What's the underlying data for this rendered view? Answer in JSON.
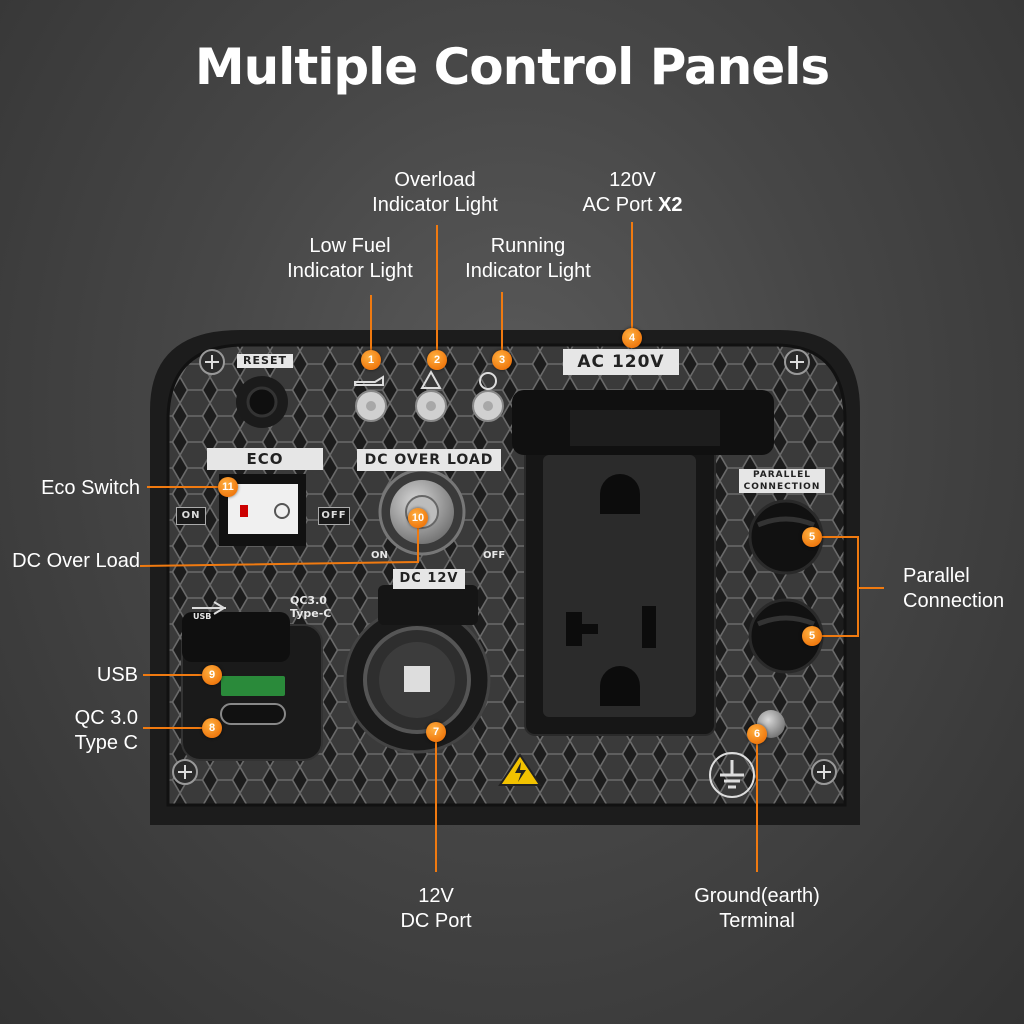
{
  "title": "Multiple Control Panels",
  "callouts": {
    "overload": {
      "line1": "Overload",
      "line2": "Indicator Light"
    },
    "low_fuel": {
      "line1": "Low Fuel",
      "line2": "Indicator Light"
    },
    "running": {
      "line1": "Running",
      "line2": "Indicator Light"
    },
    "ac_port": {
      "line1": "120V",
      "line2": "AC Port",
      "line2_bold": "X2"
    },
    "eco": "Eco Switch",
    "dc_overload": "DC Over Load",
    "usb": "USB",
    "qc": {
      "line1": "QC 3.0",
      "line2": "Type C"
    },
    "parallel": {
      "line1": "Parallel",
      "line2": "Connection"
    },
    "dc_port": {
      "line1": "12V",
      "line2": "DC Port"
    },
    "ground": {
      "line1": "Ground(earth)",
      "line2": "Terminal"
    }
  },
  "badges": [
    "1",
    "2",
    "3",
    "4",
    "5",
    "5",
    "6",
    "7",
    "8",
    "9",
    "10",
    "11"
  ],
  "panel_labels": {
    "reset": "RESET",
    "eco": "ECO",
    "on": "ON",
    "off": "OFF",
    "dc_overload": "DC OVER LOAD",
    "dc_on": "ON",
    "dc_off": "OFF",
    "dc12v": "DC 12V",
    "ac120v": "AC 120V",
    "parallel1": "PARALLEL",
    "parallel2": "CONNECTION",
    "usb": "USB",
    "qc1": "QC3.0",
    "qc2": "Type-C"
  },
  "colors": {
    "accent": "#f07a10",
    "panel": "#2a2a2a",
    "hex": "#5c5c5c"
  }
}
